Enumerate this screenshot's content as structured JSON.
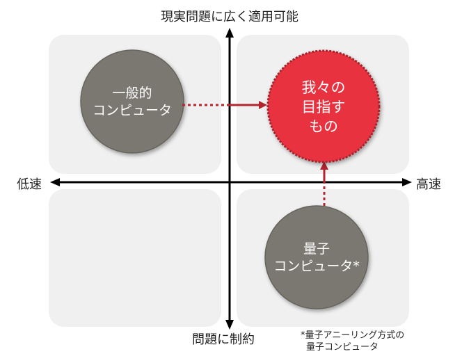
{
  "axes": {
    "top": "現実問題に広く適用可能",
    "bottom": "問題に制約",
    "left": "低速",
    "right": "高速"
  },
  "circles": {
    "general": {
      "line1": "一般的",
      "line2": "コンピュータ"
    },
    "goal": {
      "line1": "我々の",
      "line2": "目指す",
      "line3": "もの"
    },
    "quantum": {
      "line1": "量子",
      "line2": "コンピュータ*"
    }
  },
  "footnote": {
    "line1": "*量子アニーリング方式の",
    "line2": "量子コンピュータ"
  },
  "colors": {
    "quadrant": "#f0f0f0",
    "gray_circle": "#7a7870",
    "red_circle": "#e83340",
    "arrow_red": "#b3252f"
  }
}
